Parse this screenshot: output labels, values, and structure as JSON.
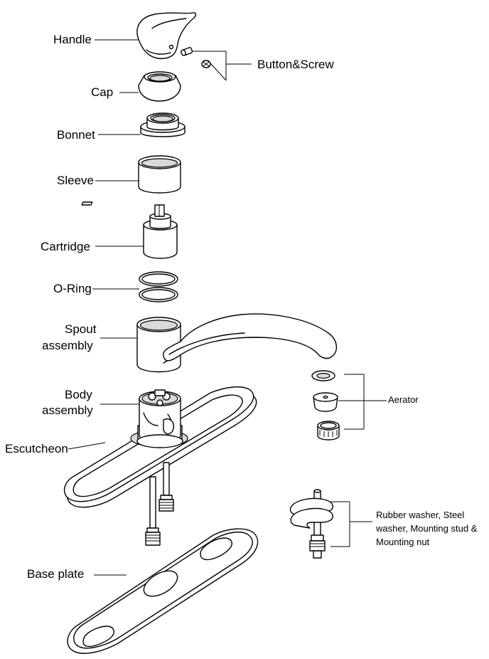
{
  "labels": {
    "handle": "Handle",
    "button_screw": "Button&Screw",
    "cap": "Cap",
    "bonnet": "Bonnet",
    "sleeve": "Sleeve",
    "cartridge": "Cartridge",
    "o_ring": "O-Ring",
    "spout_line1": "Spout",
    "spout_line2": "assembly",
    "body_line1": "Body",
    "body_line2": "assembly",
    "escutcheon": "Escutcheon",
    "aerator": "Aerator",
    "mounting": "Rubber washer, Steel washer, Mounting stud & Mounting nut",
    "base_plate": "Base plate"
  },
  "icons": [
    "handle-icon",
    "button-screw-icon",
    "cap-icon",
    "bonnet-icon",
    "sleeve-icon",
    "cartridge-icon",
    "o-ring-icon",
    "spout-icon",
    "aerator-icon",
    "body-icon",
    "escutcheon-icon",
    "supply-lines-icon",
    "mounting-hardware-icon",
    "base-plate-icon"
  ]
}
